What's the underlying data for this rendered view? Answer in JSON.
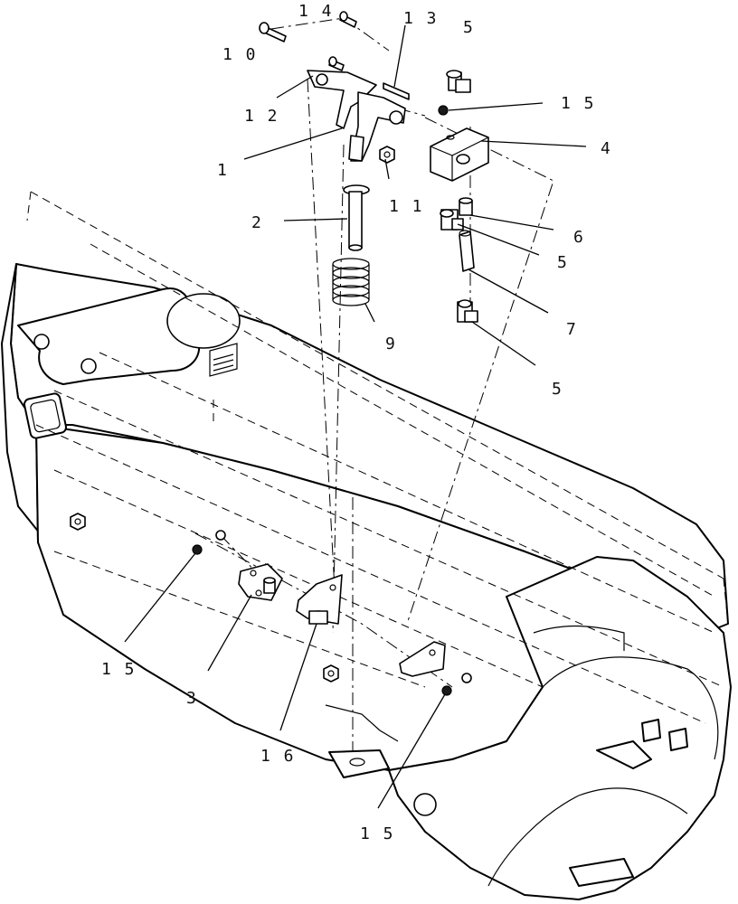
{
  "diagram": {
    "callouts": [
      {
        "id": "c10",
        "text": "1 0"
      },
      {
        "id": "c14",
        "text": "1 4"
      },
      {
        "id": "c13",
        "text": "1 3"
      },
      {
        "id": "c5a",
        "text": "5"
      },
      {
        "id": "c15a",
        "text": "1 5"
      },
      {
        "id": "c12",
        "text": "1 2"
      },
      {
        "id": "c1",
        "text": "1"
      },
      {
        "id": "c4",
        "text": "4"
      },
      {
        "id": "c11",
        "text": "1 1"
      },
      {
        "id": "c6",
        "text": "6"
      },
      {
        "id": "c2",
        "text": "2"
      },
      {
        "id": "c5b",
        "text": "5"
      },
      {
        "id": "c7",
        "text": "7"
      },
      {
        "id": "c9",
        "text": "9"
      },
      {
        "id": "c5c",
        "text": "5"
      },
      {
        "id": "c15b",
        "text": "1 5"
      },
      {
        "id": "c3",
        "text": "3"
      },
      {
        "id": "c16",
        "text": "1 6"
      },
      {
        "id": "c15c",
        "text": "1 5"
      }
    ]
  }
}
